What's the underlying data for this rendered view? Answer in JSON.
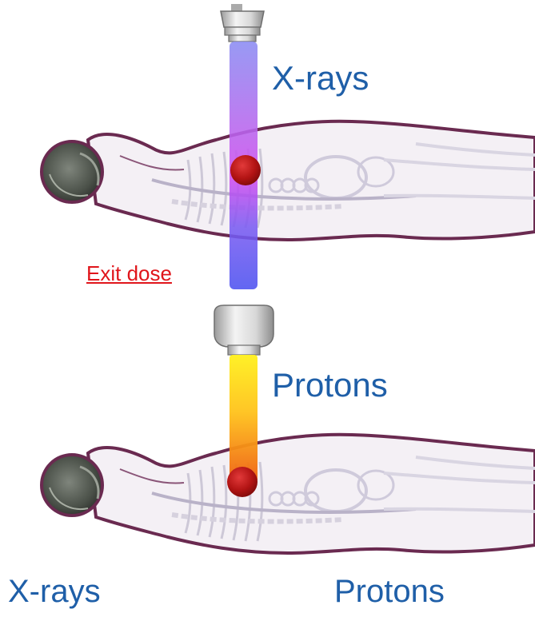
{
  "labels": {
    "xrays_beam": "X-rays",
    "protons_beam": "Protons",
    "exit_dose": "Exit dose",
    "caption_left": "X-rays",
    "caption_right": "Protons"
  },
  "colors": {
    "label_blue": "#1f5fa8",
    "exit_red": "#e0151b",
    "xray_beam_top": "#7e7ff0",
    "xray_beam_mid": "#cc55ee",
    "xray_beam_bottom": "#5a5cf0",
    "proton_beam_top": "#ffe018",
    "proton_beam_bottom": "#f06a10",
    "tumor": "#b31616",
    "body_outline": "#6a2a50"
  },
  "icons": {
    "xray_source": "beam-nozzle-icon",
    "proton_source": "beam-nozzle-icon",
    "patient": "human-body-icon",
    "tumor": "tumor-icon"
  }
}
